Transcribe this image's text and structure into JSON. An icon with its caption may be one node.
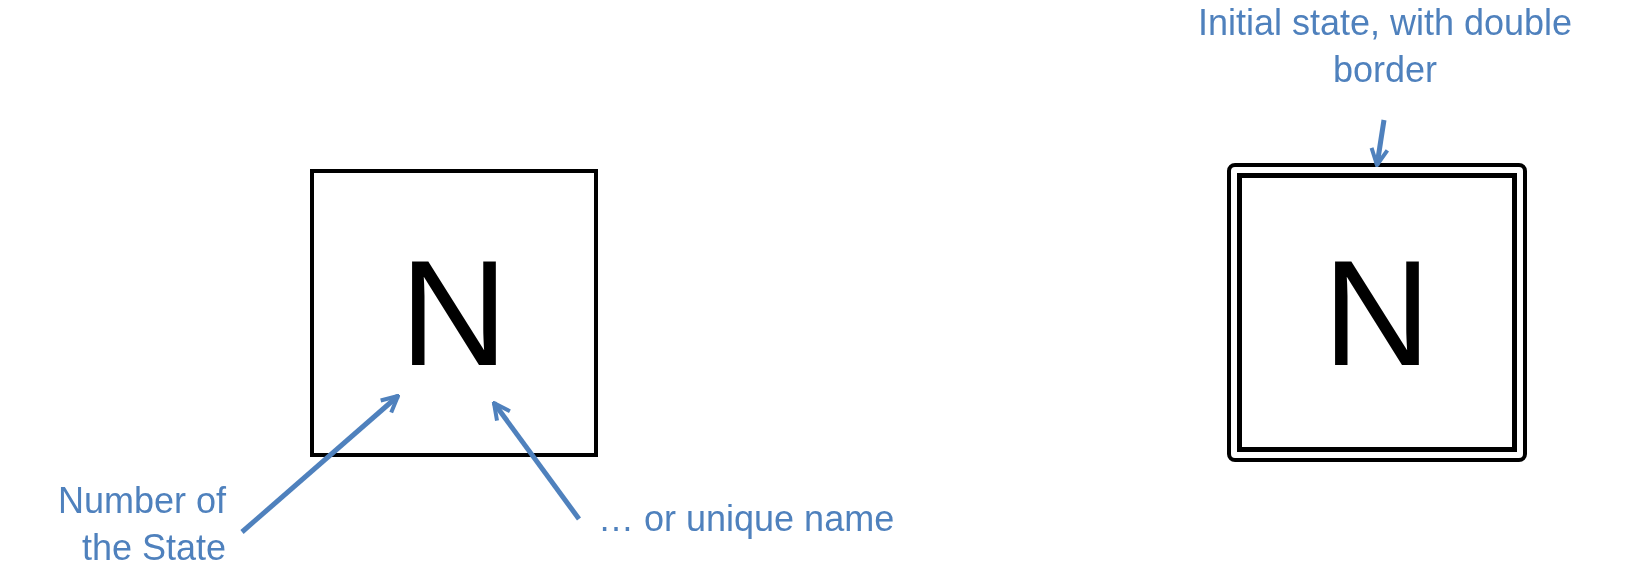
{
  "diagram": {
    "nodes": [
      {
        "text": [
          "N"
        ]
      },
      {
        "text": [
          "N"
        ]
      },
      {
        "text": [
          "Number of the State"
        ]
      },
      {
        "text": [
          "… or unique name"
        ]
      },
      {
        "text": [
          "Initial state, with double border"
        ]
      }
    ],
    "edges": [
      {
        "from": 2,
        "to": 0,
        "arrow": "to"
      },
      {
        "from": 3,
        "to": 0,
        "arrow": "to"
      },
      {
        "from": 4,
        "to": 1,
        "arrow": "to"
      }
    ]
  }
}
